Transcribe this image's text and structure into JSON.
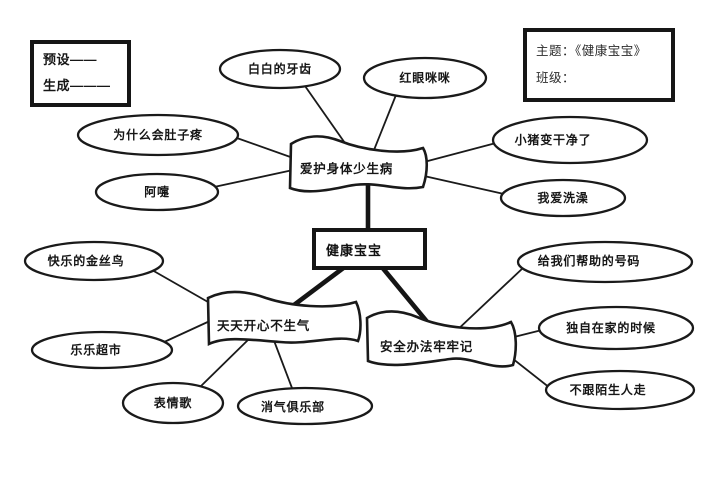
{
  "legend_box": {
    "line1": "预设——",
    "line2": "生成———"
  },
  "info_box": {
    "theme_label": "主题：《健康宝宝》",
    "class_label": "班级："
  },
  "root_node": {
    "label": "健康宝宝"
  },
  "branch_nodes": {
    "health_body": "爱护身体少生病",
    "happy_mood": "天天开心不生气",
    "safety": "安全办法牢牢记"
  },
  "leaf_nodes": {
    "white_teeth": "白白的牙齿",
    "red_eyes": "红眼咪咪",
    "tummy_ache": "为什么会肚子疼",
    "sneeze": "阿嚏",
    "clean_pig": "小猪变干净了",
    "love_bath": "我爱洗澡",
    "golden_bird": "快乐的金丝鸟",
    "lele_market": "乐乐超市",
    "emotion_song": "表情歌",
    "calm_club": "消气俱乐部",
    "help_numbers": "给我们帮助的号码",
    "home_alone": "独自在家的时候",
    "stranger": "不跟陌生人走"
  }
}
